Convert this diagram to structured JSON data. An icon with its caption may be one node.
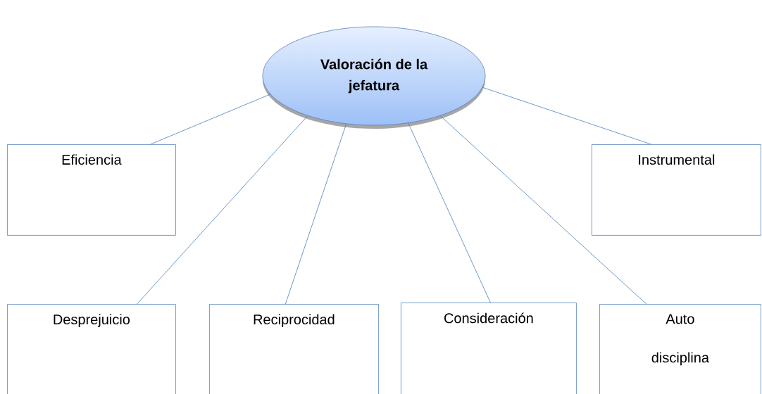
{
  "diagram": {
    "nodes": [
      {
        "text": [
          "Valoración de la jefatura"
        ]
      },
      {
        "text": [
          "Eficiencia"
        ]
      },
      {
        "text": [
          "Instrumental"
        ]
      },
      {
        "text": [
          "Desprejuicio"
        ]
      },
      {
        "text": [
          "Reciprocidad"
        ]
      },
      {
        "text": [
          "Consideración"
        ]
      },
      {
        "text": [
          "Auto disciplina"
        ]
      }
    ],
    "edges": [
      {
        "from": 0,
        "to": 1,
        "arrow": "none"
      },
      {
        "from": 0,
        "to": 2,
        "arrow": "none"
      },
      {
        "from": 0,
        "to": 3,
        "arrow": "none"
      },
      {
        "from": 0,
        "to": 4,
        "arrow": "none"
      },
      {
        "from": 0,
        "to": 5,
        "arrow": "none"
      },
      {
        "from": 0,
        "to": 6,
        "arrow": "none"
      }
    ]
  }
}
